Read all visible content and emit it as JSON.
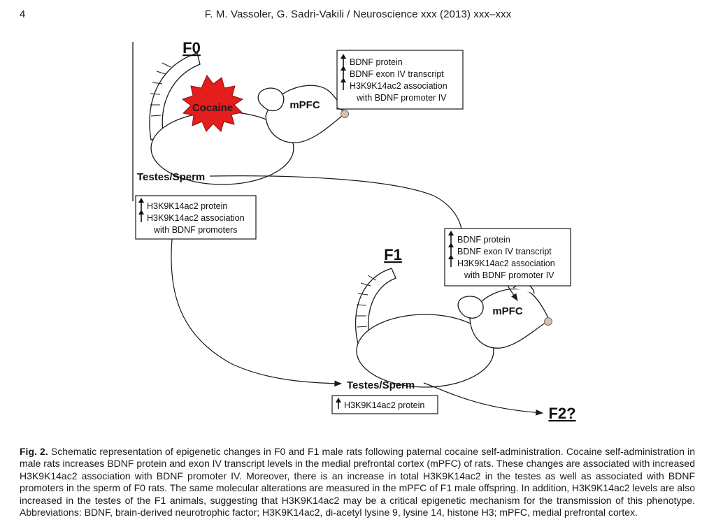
{
  "header": {
    "page_number": "4",
    "running_head": "F. M. Vassoler, G. Sadri-Vakili / Neuroscience xxx (2013) xxx–xxx"
  },
  "figure": {
    "f0": {
      "generation_label": "F0",
      "stimulus_label": "Cocaine",
      "brain_region_label": "mPFC",
      "tissue_label": "Testes/Sperm",
      "brain_findings": [
        "BDNF protein",
        "BDNF exon IV transcript",
        "H3K9K14ac2 association",
        "with BDNF promoter IV"
      ],
      "testes_findings": [
        "H3K9K14ac2 protein",
        "H3K9K14ac2 association",
        "with BDNF promoters"
      ]
    },
    "f1": {
      "generation_label": "F1",
      "brain_region_label": "mPFC",
      "tissue_label": "Testes/Sperm",
      "brain_findings": [
        "BDNF protein",
        "BDNF exon IV transcript",
        "H3K9K14ac2 association",
        "with BDNF promoter IV"
      ],
      "testes_findings": [
        "H3K9K14ac2 protein"
      ]
    },
    "f2": {
      "generation_label": "F2?"
    },
    "colors": {
      "cocaine_burst": "#e41d1d",
      "nose": "#d9bfae",
      "ink": "#1a1a1a"
    }
  },
  "caption": {
    "label": "Fig. 2.",
    "text": "Schematic representation of epigenetic changes in F0 and F1 male rats following paternal cocaine self-administration. Cocaine self-administration in male rats increases BDNF protein and exon IV transcript levels in the medial prefrontal cortex (mPFC) of rats. These changes are associated with increased H3K9K14ac2 association with BDNF promoter IV. Moreover, there is an increase in total H3K9K14ac2 in the testes as well as associated with BDNF promoters in the sperm of F0 rats. The same molecular alterations are measured in the mPFC of F1 male offspring. In addition, H3K9K14ac2 levels are also increased in the testes of the F1 animals, suggesting that H3K9K14ac2 may be a critical epigenetic mechanism for the transmission of this phenotype. Abbreviations: BDNF, brain-derived neurotrophic factor; H3K9K14ac2, di-acetyl lysine 9, lysine 14, histone H3; mPFC, medial prefrontal cortex."
  }
}
